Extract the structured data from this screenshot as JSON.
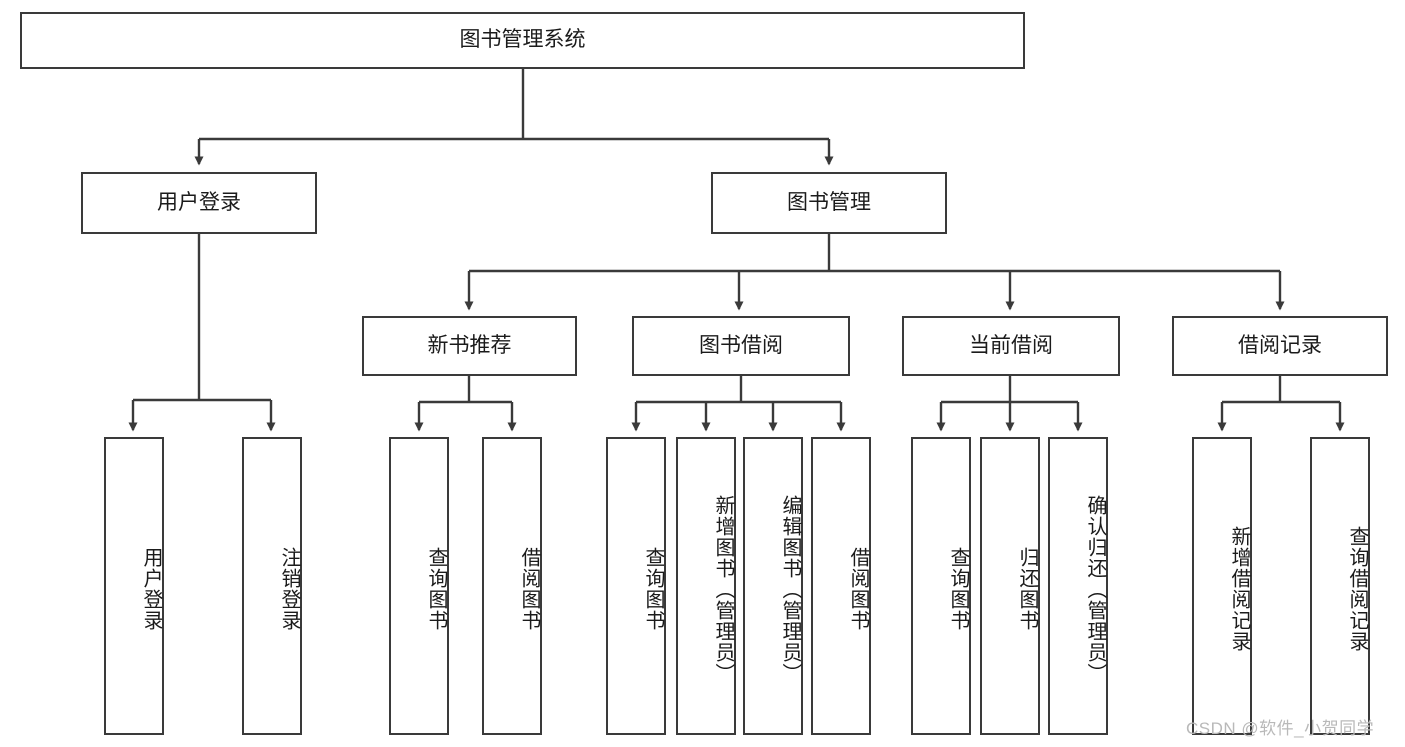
{
  "diagram": {
    "title": "图书管理系统",
    "type": "tree-hierarchy-diagram",
    "colors": {
      "box_border": "#3a3a3a",
      "box_fill": "#ffffff",
      "edge": "#3a3a3a",
      "text": "#1b1b1b",
      "watermark": "#b9b9b9"
    },
    "nodes": {
      "root": {
        "label": "图书管理系统"
      },
      "level2": [
        {
          "label": "用户登录"
        },
        {
          "label": "图书管理"
        }
      ],
      "level3": [
        {
          "label": "新书推荐"
        },
        {
          "label": "图书借阅"
        },
        {
          "label": "当前借阅"
        },
        {
          "label": "借阅记录"
        }
      ],
      "leaves": {
        "user_login": [
          {
            "label": "用户登录"
          },
          {
            "label": "注销登录"
          }
        ],
        "new_book_recommend": [
          {
            "label": "查询图书"
          },
          {
            "label": "借阅图书"
          }
        ],
        "book_borrow": [
          {
            "label": "查询图书"
          },
          {
            "label": "新增图书（管理员）"
          },
          {
            "label": "编辑图书（管理员）"
          },
          {
            "label": "借阅图书"
          }
        ],
        "current_borrow": [
          {
            "label": "查询图书"
          },
          {
            "label": "归还图书"
          },
          {
            "label": "确认归还（管理员）"
          }
        ],
        "borrow_record": [
          {
            "label": "新增借阅记录"
          },
          {
            "label": "查询借阅记录"
          }
        ]
      }
    },
    "watermark": "CSDN @软件_小贺同学"
  }
}
